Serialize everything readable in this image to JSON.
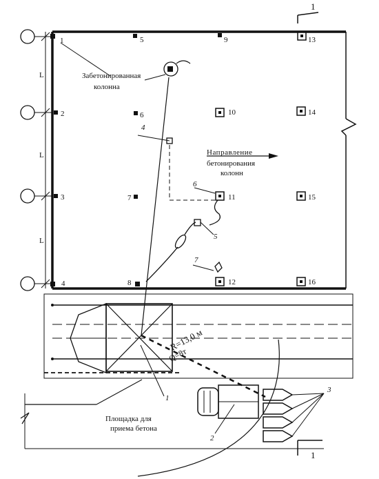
{
  "section_marks": {
    "top": "1",
    "bottom": "1"
  },
  "axis_labels": [
    "L",
    "L",
    "L"
  ],
  "column_numbers": [
    "1",
    "2",
    "3",
    "4",
    "5",
    "6",
    "7",
    "8",
    "9",
    "10",
    "11",
    "12",
    "13",
    "14",
    "15",
    "16"
  ],
  "callouts": {
    "concreted_column": "Забетонированная колонна",
    "direction_line1": "Направление",
    "direction_line2": "бетонирования",
    "direction_line3": "колонн",
    "radius_line1": "R=13,0 м",
    "radius_line2": "Q=8т",
    "reception_line1": "Площадка для",
    "reception_line2": "приема бетона"
  },
  "item_labels": {
    "n1": "1",
    "n2": "2",
    "n3": "3",
    "n4": "4",
    "n5": "5",
    "n6": "6",
    "n7": "7"
  }
}
